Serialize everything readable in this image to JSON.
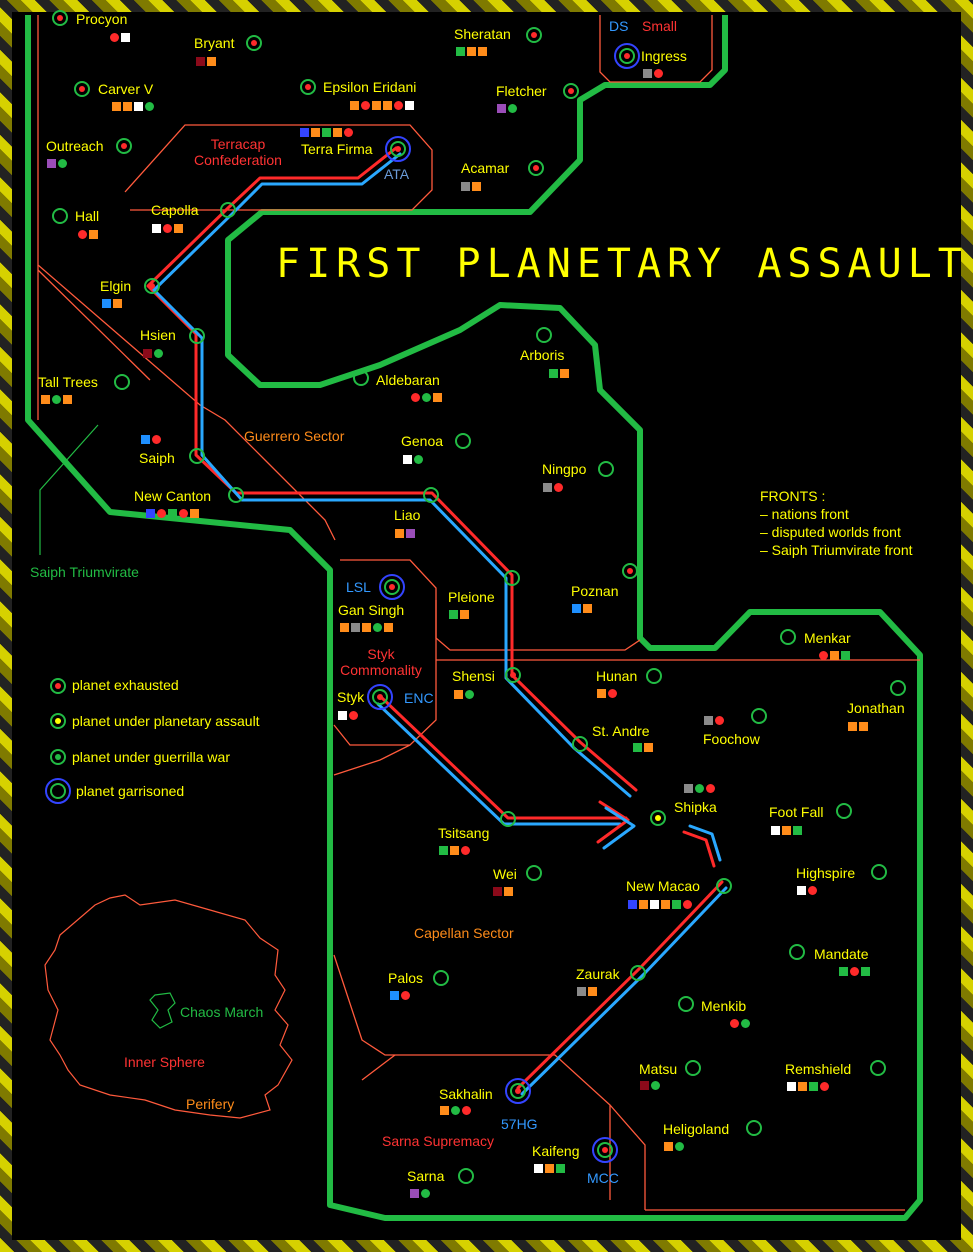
{
  "title": "FIRST PLANETARY ASSAULT",
  "colors": {
    "border_green": "#22bb44",
    "nations_front": "#ff2a2a",
    "saiph_front": "#2aa8ff",
    "region_line": "#ff5a3c",
    "planet_name": "#ffff00"
  },
  "regions": [
    {
      "label": "Terracap\nConfederation",
      "color": "#ff3333"
    },
    {
      "label": "Guerrero  Sector",
      "color": "#ff8c1a"
    },
    {
      "label": "Saiph  Triumvirate",
      "color": "#22bb44"
    },
    {
      "label": "Styk\nCommonality",
      "color": "#ff3333"
    },
    {
      "label": "Capellan  Sector",
      "color": "#ff8c1a"
    },
    {
      "label": "Sarna  Supremacy",
      "color": "#ff3333"
    },
    {
      "label": "Chaos  March",
      "color": "#22bb44"
    },
    {
      "label": "Inner  Sphere",
      "color": "#ff3333"
    },
    {
      "label": "Perifery",
      "color": "#ff8c1a"
    }
  ],
  "units": [
    "DS",
    "Small",
    "ATA",
    "LSL",
    "ENC",
    "57HG",
    "MCC"
  ],
  "planets": [
    {
      "name": "Procyon",
      "chips": [
        "r",
        "w"
      ]
    },
    {
      "name": "Bryant",
      "chips": [
        "d",
        "o"
      ]
    },
    {
      "name": "Sheratan",
      "chips": [
        "g",
        "o",
        "o"
      ]
    },
    {
      "name": "Ingress",
      "chips": [
        "gr",
        "r"
      ]
    },
    {
      "name": "Carver V",
      "chips": [
        "o",
        "o",
        "w",
        "g"
      ]
    },
    {
      "name": "Epsilon Eridani",
      "chips": [
        "o",
        "r",
        "o",
        "o",
        "r",
        "w"
      ]
    },
    {
      "name": "Fletcher",
      "chips": [
        "p",
        "g"
      ]
    },
    {
      "name": "Outreach",
      "chips": [
        "p",
        "g"
      ]
    },
    {
      "name": "Terra Firma",
      "chips": [
        "b",
        "o",
        "g",
        "o",
        "r"
      ]
    },
    {
      "name": "Acamar",
      "chips": [
        "gr",
        "o"
      ]
    },
    {
      "name": "Hall",
      "chips": [
        "r",
        "o"
      ]
    },
    {
      "name": "Capolla",
      "chips": [
        "w",
        "r",
        "o"
      ]
    },
    {
      "name": "Elgin",
      "chips": [
        "c",
        "o"
      ]
    },
    {
      "name": "Hsien",
      "chips": [
        "d",
        "g"
      ]
    },
    {
      "name": "Arboris",
      "chips": [
        "g",
        "o"
      ]
    },
    {
      "name": "Tall Trees",
      "chips": [
        "o",
        "g",
        "o"
      ]
    },
    {
      "name": "Aldebaran",
      "chips": [
        "r",
        "g",
        "o"
      ]
    },
    {
      "name": "Saiph",
      "chips": [
        "c",
        "r"
      ]
    },
    {
      "name": "Genoa",
      "chips": [
        "w",
        "g"
      ]
    },
    {
      "name": "Ningpo",
      "chips": [
        "gr",
        "r"
      ]
    },
    {
      "name": "New Canton",
      "chips": [
        "b",
        "r",
        "g",
        "r",
        "o"
      ]
    },
    {
      "name": "Liao",
      "chips": [
        "o",
        "p"
      ]
    },
    {
      "name": "Pleione",
      "chips": [
        "g",
        "o"
      ]
    },
    {
      "name": "Poznan",
      "chips": [
        "c",
        "o"
      ]
    },
    {
      "name": "Gan Singh",
      "chips": [
        "o",
        "gr",
        "o",
        "g",
        "o"
      ]
    },
    {
      "name": "Menkar",
      "chips": [
        "r",
        "o",
        "g"
      ]
    },
    {
      "name": "Shensi",
      "chips": [
        "o",
        "g"
      ]
    },
    {
      "name": "Hunan",
      "chips": [
        "o",
        "r"
      ]
    },
    {
      "name": "Jonathan",
      "chips": [
        "o",
        "o"
      ]
    },
    {
      "name": "Styk",
      "chips": [
        "w",
        "r"
      ]
    },
    {
      "name": "St. Andre",
      "chips": [
        "g",
        "o"
      ]
    },
    {
      "name": "Foochow",
      "chips": [
        "gr",
        "r"
      ]
    },
    {
      "name": "Shipka",
      "chips": [
        "gr",
        "g",
        "r"
      ]
    },
    {
      "name": "Foot Fall",
      "chips": [
        "w",
        "o",
        "g"
      ]
    },
    {
      "name": "Tsitsang",
      "chips": [
        "g",
        "o",
        "r"
      ]
    },
    {
      "name": "Highspire",
      "chips": [
        "w",
        "r"
      ]
    },
    {
      "name": "Wei",
      "chips": [
        "d",
        "o"
      ]
    },
    {
      "name": "New Macao",
      "chips": [
        "b",
        "o",
        "w",
        "o",
        "g",
        "r"
      ]
    },
    {
      "name": "Mandate",
      "chips": [
        "g",
        "r",
        "g"
      ]
    },
    {
      "name": "Palos",
      "chips": [
        "c",
        "r"
      ]
    },
    {
      "name": "Zaurak",
      "chips": [
        "gr",
        "o"
      ]
    },
    {
      "name": "Menkib",
      "chips": [
        "r",
        "g"
      ]
    },
    {
      "name": "Matsu",
      "chips": [
        "d",
        "g"
      ]
    },
    {
      "name": "Remshield",
      "chips": [
        "w",
        "o",
        "g",
        "r"
      ]
    },
    {
      "name": "Sakhalin",
      "chips": [
        "o",
        "g",
        "r"
      ]
    },
    {
      "name": "Heligoland",
      "chips": [
        "o",
        "g"
      ]
    },
    {
      "name": "Kaifeng",
      "chips": [
        "w",
        "o",
        "g"
      ]
    },
    {
      "name": "Sarna",
      "chips": [
        "p",
        "g"
      ]
    }
  ],
  "legend": {
    "exhausted": "planet exhausted",
    "assault": "planet under planetary assault",
    "guerrilla": "planet under guerrilla war",
    "garrisoned": "planet garrisoned"
  },
  "fronts": {
    "heading": "FRONTS :",
    "items": [
      "–  nations front",
      "–  disputed worlds front",
      "–  Saiph Triumvirate front"
    ]
  }
}
